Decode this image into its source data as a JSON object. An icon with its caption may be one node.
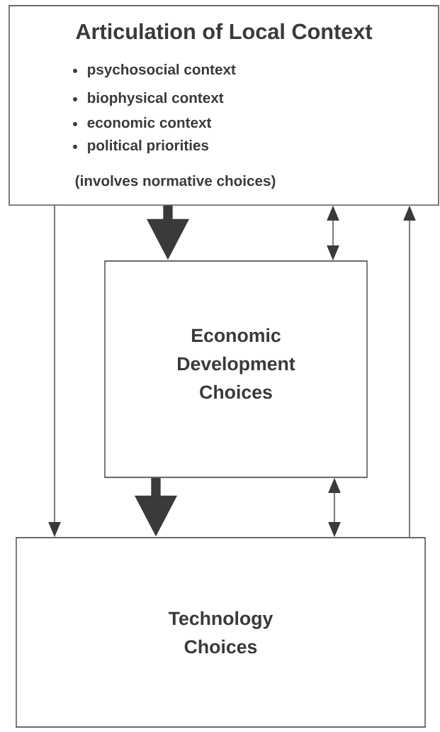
{
  "diagram": {
    "nodes": [
      {
        "text": [
          "Articulation of Local Context",
          "psychosocial context",
          "biophysical context",
          "economic context",
          "political priorities",
          "(involves normative choices)"
        ]
      },
      {
        "text": [
          "Economic Development Choices"
        ]
      },
      {
        "text": [
          "Technology Choices"
        ]
      }
    ],
    "edges": [
      {
        "from": 0,
        "to": 1,
        "arrow": "to",
        "style": "thick"
      },
      {
        "from": 0,
        "to": 1,
        "arrow": "both"
      },
      {
        "from": 1,
        "to": 2,
        "arrow": "to",
        "style": "thick"
      },
      {
        "from": 1,
        "to": 2,
        "arrow": "both"
      },
      {
        "from": 0,
        "to": 2,
        "arrow": "to"
      },
      {
        "from": 2,
        "to": 0,
        "arrow": "to"
      }
    ]
  }
}
